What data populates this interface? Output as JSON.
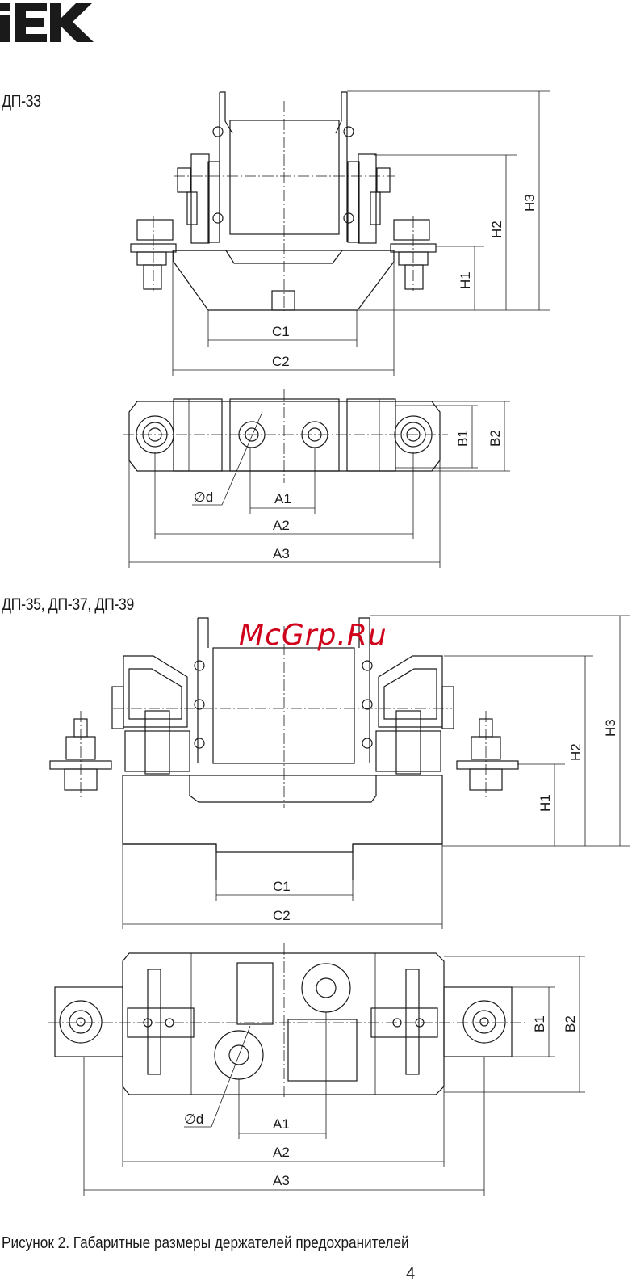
{
  "brand": {
    "logo_text": "IEK"
  },
  "sections": [
    {
      "title": "ДП-33"
    },
    {
      "title": "ДП-35, ДП-37, ДП-39"
    }
  ],
  "dimensions": {
    "dp33_front": [
      "H3",
      "H2",
      "H1",
      "C1",
      "C2"
    ],
    "dp33_top": [
      "B1",
      "B2",
      "∅d",
      "A1",
      "A2",
      "A3"
    ],
    "dp35_front": [
      "H3",
      "H2",
      "H1",
      "C1",
      "C2"
    ],
    "dp35_top": [
      "B1",
      "B2",
      "∅d",
      "A1",
      "A2",
      "A3"
    ]
  },
  "watermark": "McGrp.Ru",
  "caption": "Рисунок 2. Габаритные размеры держателей предохранителей",
  "page_number": "4",
  "colors": {
    "line": "#1a1a1a",
    "watermark": "#d0021b",
    "logo": "#1a1a1a"
  }
}
